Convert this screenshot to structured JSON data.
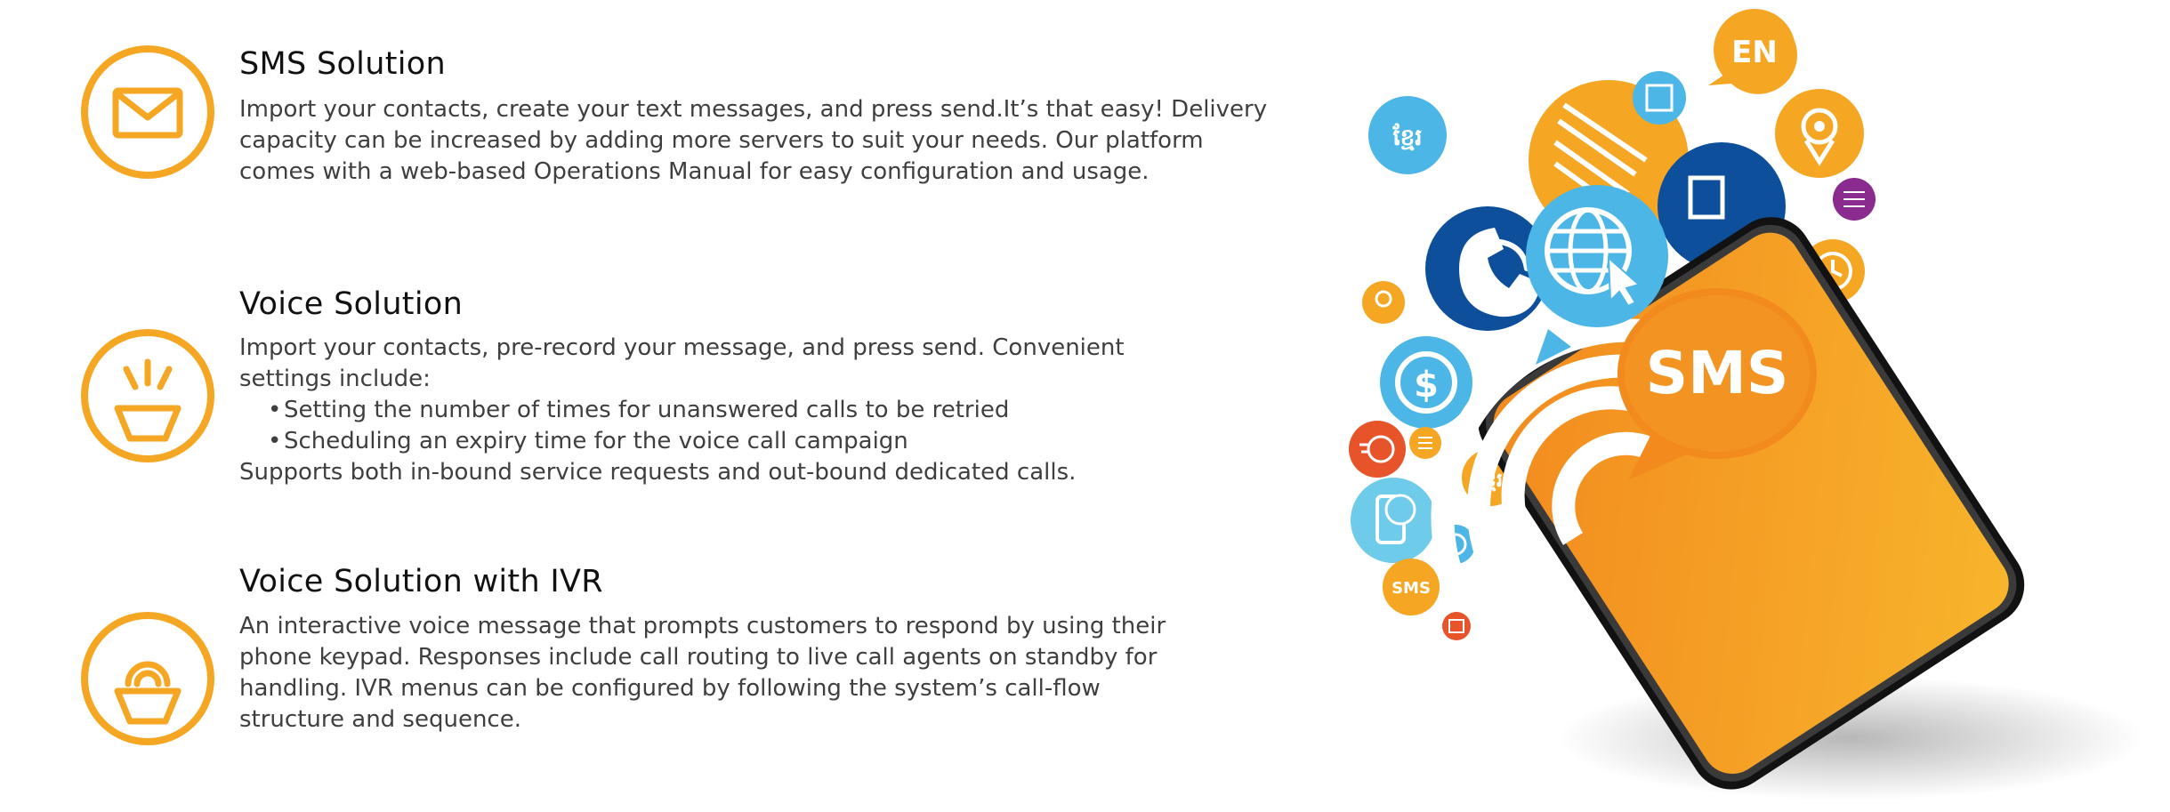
{
  "features": [
    {
      "icon": "envelope-icon",
      "title": "SMS Solution",
      "lines": [
        "Import your contacts, create your text messages, and press send.It’s that easy! Delivery",
        "capacity can be increased by adding more servers to suit your needs. Our platform",
        "comes with a web-based  Operations Manual for easy configuration and usage."
      ]
    },
    {
      "icon": "loudspeaker-icon",
      "title": "Voice Solution",
      "intro": [
        "Import your contacts, pre-record your message, and press send. Convenient",
        "settings include:"
      ],
      "bullets": [
        "Setting the number of times for unanswered calls to be retried",
        "Scheduling an expiry time for the voice call campaign"
      ],
      "outro": "Supports both in-bound service requests and out-bound dedicated calls."
    },
    {
      "icon": "ivr-speaker-icon",
      "title": "Voice Solution with IVR",
      "lines": [
        "An interactive voice message that prompts customers to respond by using their",
        "phone keypad. Responses include call routing to live call agents on standby for",
        "handling. IVR menus can be configured by following the system’s call-flow",
        "structure and sequence."
      ]
    }
  ],
  "hero": {
    "sms_big": "SMS",
    "sms_small": "SMS",
    "lang_bubble": "EN",
    "khmer_large": "ខ្មែរ",
    "khmer_small": "ខ្មែរ"
  },
  "colors": {
    "accent_orange": "#f5a623",
    "deep_orange": "#f7941d",
    "navy": "#0d4f9b",
    "sky": "#4cb6e6",
    "purple": "#8a2b8f",
    "red_orange": "#e8542a"
  }
}
